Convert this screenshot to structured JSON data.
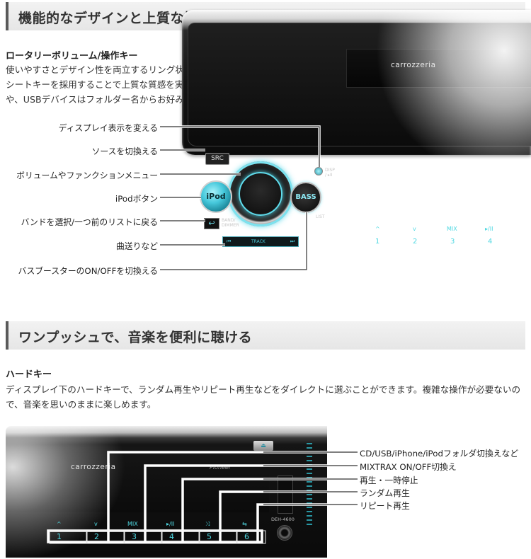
{
  "section1": {
    "title": "機能的なデザインと上質な操作感",
    "subhead": "ロータリーボリューム/操作キー",
    "body": "使いやすさとデザイン性を両立するリング状のイルミを配した大型キーを象徴的にレイアウトしたデザイン。ヘアラインを施したシートキーを採用することで上質な質感を実現します。さらに、独立したiPodボタンでスムーズにiPhone/iPodソースへの切換えや、USBデバイスはフォルダー名からお好みの曲をスムーズに選ぶことができます。",
    "callouts": [
      "ディスプレイ表示を変える",
      "ソースを切換える",
      "ボリュームやファンクションメニュー",
      "iPodボタン",
      "バンドを選択/一つ前のリストに戻る",
      "曲送りなど",
      "バスブースターのON/OFFを切換える"
    ],
    "device": {
      "brand": "carrozzeria",
      "src_label": "SRC",
      "ipod_label": "iPod",
      "bass_label": "BASS",
      "band_label": "BAND/\nDIMMER",
      "list_label": "LIST",
      "disp_label": "DISP\n/ ▸II",
      "back_icon": "↩",
      "track_prev": "⏮",
      "track_label": "TRACK",
      "track_next": "⏭",
      "key_symbols": [
        "^",
        "v",
        "MIX",
        "▸/II"
      ],
      "keys": [
        "1",
        "2",
        "3",
        "4"
      ]
    }
  },
  "section2": {
    "title": "ワンプッシュで、音楽を便利に聴ける",
    "subhead": "ハードキー",
    "body": "ディスプレイ下のハードキーで、ランダム再生やリピート再生などをダイレクトに選ぶことができます。複雑な操作が必要ないので、音楽を思いのままに楽しめます。",
    "callouts": [
      "CD/USB/iPhone/iPodフォルダ切換えなど",
      "MIXTRAX ON/OFF切換え",
      "再生・一時停止",
      "ランダム再生",
      "リピート再生"
    ],
    "device": {
      "brand": "carrozzeria",
      "maker": "Pioneer",
      "model": "DEH-4600",
      "eject_icon": "⏏",
      "key_symbols": [
        "^",
        "v",
        "MIX",
        "▸/II",
        "⤨",
        "⇆"
      ],
      "keys": [
        "1",
        "2",
        "3",
        "4",
        "5",
        "6"
      ]
    }
  },
  "colors": {
    "illumination": "#4fd8e2",
    "header_bar": "#5a5a5a",
    "header_bg": "#eeeeee"
  }
}
